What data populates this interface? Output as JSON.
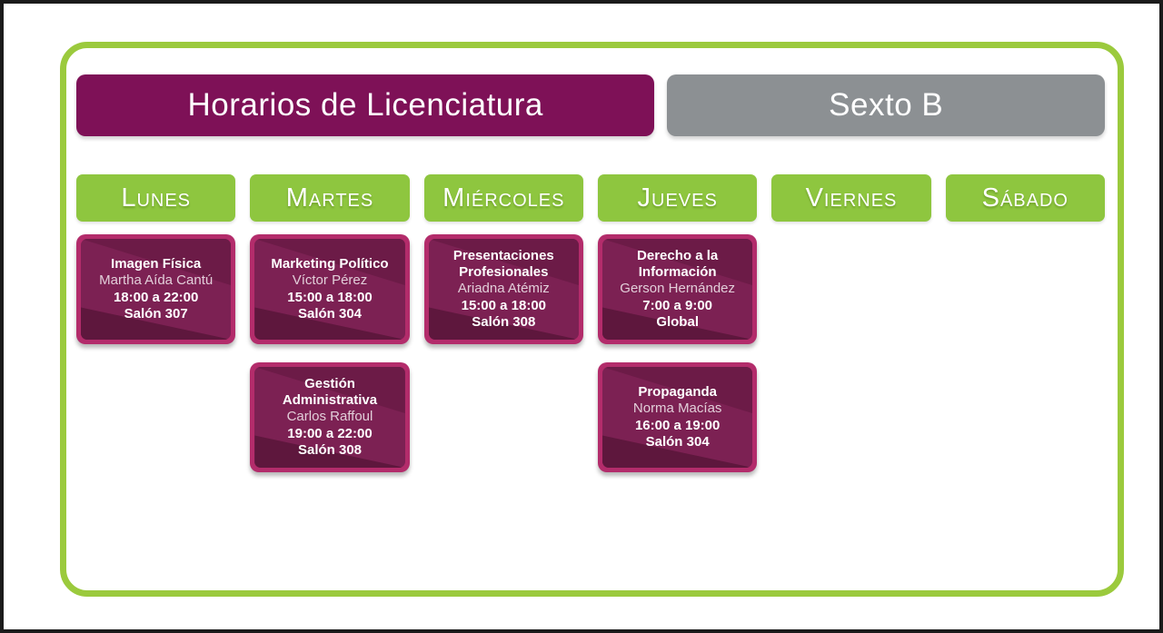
{
  "header": {
    "title": "Horarios de Licenciatura",
    "group": "Sexto B"
  },
  "days": [
    {
      "id": "lunes",
      "label": "Lunes",
      "classes": [
        {
          "subject": "Imagen Física",
          "teacher": "Martha Aída Cantú",
          "time": "18:00 a 22:00",
          "room": "Salón 307"
        }
      ]
    },
    {
      "id": "martes",
      "label": "Martes",
      "classes": [
        {
          "subject": "Marketing Político",
          "teacher": "Víctor Pérez",
          "time": "15:00 a 18:00",
          "room": "Salón 304"
        },
        {
          "subject": "Gestión Administrativa",
          "teacher": "Carlos Raffoul",
          "time": "19:00 a 22:00",
          "room": "Salón 308"
        }
      ]
    },
    {
      "id": "miercoles",
      "label": "Miércoles",
      "classes": [
        {
          "subject": "Presentaciones Profesionales",
          "teacher": "Ariadna Atémiz",
          "time": "15:00 a 18:00",
          "room": "Salón 308"
        }
      ]
    },
    {
      "id": "jueves",
      "label": "Jueves",
      "classes": [
        {
          "subject": "Derecho a la Información",
          "teacher": "Gerson Hernández",
          "time": "7:00 a 9:00",
          "room": "Global"
        },
        {
          "subject": "Propaganda",
          "teacher": "Norma Macías",
          "time": "16:00 a 19:00",
          "room": "Salón 304"
        }
      ]
    },
    {
      "id": "viernes",
      "label": "Viernes",
      "classes": []
    },
    {
      "id": "sabado",
      "label": "Sábado",
      "classes": []
    }
  ],
  "colors": {
    "frame_green": "#9bca3d",
    "day_header_green": "#8ec63f",
    "title_purple": "#7e1157",
    "group_gray": "#8c9093",
    "card_border_pink": "#b32c6b",
    "card_base_purple": "#7c2153",
    "card_shade_top": "#6c1b47",
    "card_shade_bottom": "#5e173d",
    "text_white": "#ffffff"
  }
}
